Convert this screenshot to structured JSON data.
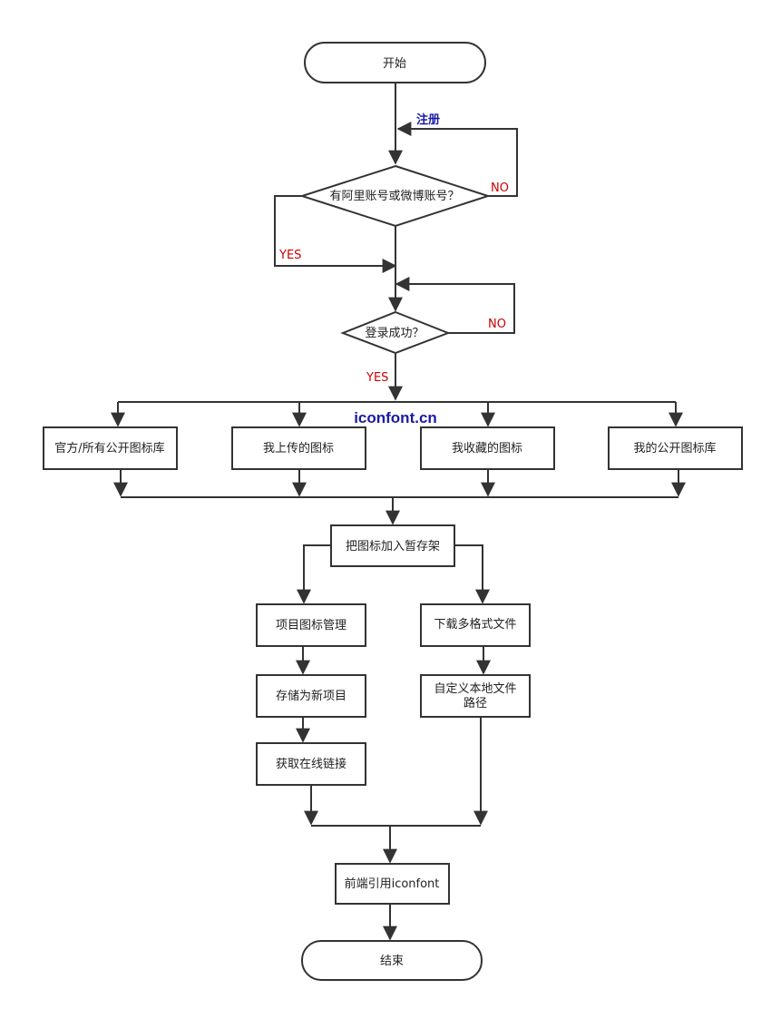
{
  "colors": {
    "stroke": "#333333",
    "label_red": "#cc0000",
    "label_blue": "#1a1aa6",
    "text": "#222222"
  },
  "diagram": {
    "title": "iconfont.cn",
    "nodes": {
      "start": "开始",
      "has_account": "有阿里账号或微博账号？",
      "login_ok": "登录成功？",
      "official_lib": "官方/所有公开图标库",
      "my_uploads": "我上传的图标",
      "my_favorites": "我收藏的图标",
      "my_public_lib": "我的公开图标库",
      "add_to_cart": "把图标加入暂存架",
      "project_mgmt": "项目图标管理",
      "save_project": "存储为新项目",
      "get_link": "获取在线链接",
      "download": "下载多格式文件",
      "custom_path_line1": "自定义本地文件",
      "custom_path_line2": "路径",
      "frontend": "前端引用iconfont",
      "end": "结束"
    },
    "edge_labels": {
      "register": "注册",
      "no_account": "NO",
      "yes_account": "YES",
      "no_login": "NO",
      "yes_login": "YES"
    }
  }
}
